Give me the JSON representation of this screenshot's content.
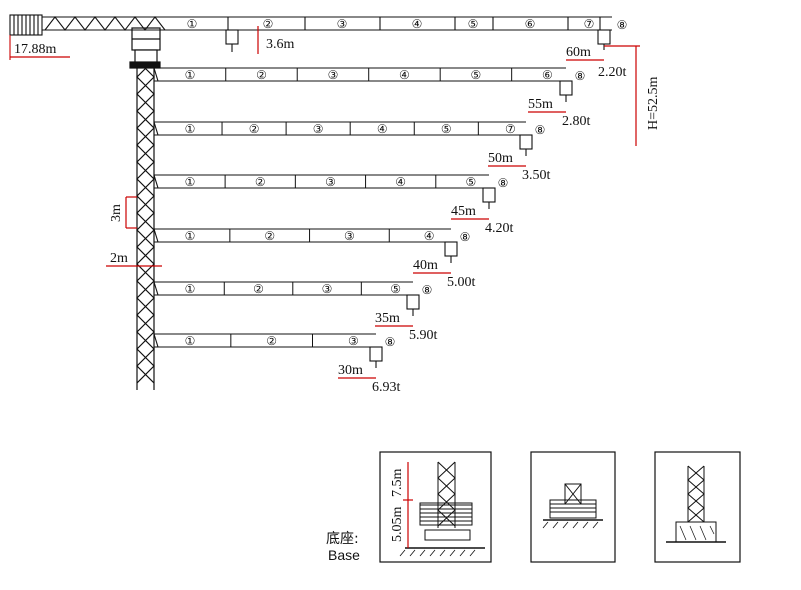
{
  "dims": {
    "counter_jib": "17.88m",
    "hook_height": "3.6m",
    "height": "H=52.5m",
    "mast_section": "3m",
    "mast_width": "2m"
  },
  "top_config": {
    "segments": [
      "①",
      "②",
      "③",
      "④",
      "⑤",
      "⑥",
      "⑦"
    ],
    "tip_marker": "⑧",
    "radius": "60m",
    "load": "2.20t"
  },
  "configs": [
    {
      "segments": [
        "①",
        "②",
        "③",
        "④",
        "⑤",
        "⑥"
      ],
      "tip_marker": "⑧",
      "radius": "55m",
      "load": "2.80t"
    },
    {
      "segments": [
        "①",
        "②",
        "③",
        "④",
        "⑤",
        "⑦"
      ],
      "tip_marker": "⑧",
      "radius": "50m",
      "load": "3.50t"
    },
    {
      "segments": [
        "①",
        "②",
        "③",
        "④",
        "⑤"
      ],
      "tip_marker": "⑧",
      "radius": "45m",
      "load": "4.20t"
    },
    {
      "segments": [
        "①",
        "②",
        "③",
        "④"
      ],
      "tip_marker": "⑧",
      "radius": "40m",
      "load": "5.00t"
    },
    {
      "segments": [
        "①",
        "②",
        "③",
        "⑤"
      ],
      "tip_marker": "⑧",
      "radius": "35m",
      "load": "5.90t"
    },
    {
      "segments": [
        "①",
        "②",
        "③"
      ],
      "tip_marker": "⑧",
      "radius": "30m",
      "load": "6.93t"
    }
  ],
  "base": {
    "label_cn": "底座:",
    "label_en": "Base",
    "dim_upper": "7.5m",
    "dim_lower": "5.05m"
  }
}
